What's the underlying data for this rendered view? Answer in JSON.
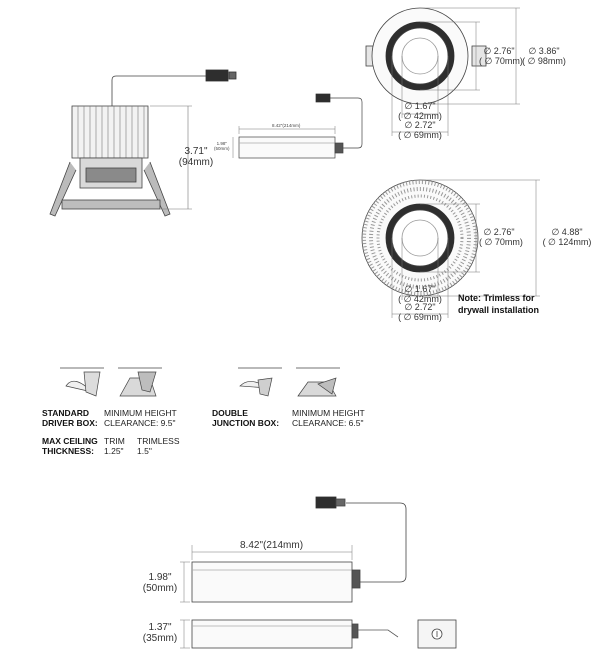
{
  "colors": {
    "line": "#444444",
    "dim_line": "#777777",
    "fill_dark": "#2e2e2e",
    "fill_mid": "#bdbdbd",
    "fill_light": "#e6e6e6"
  },
  "side_view": {
    "height": "3.71\"",
    "height_mm": "(94mm)"
  },
  "small_driver": {
    "length": "8.42\"(214mm)",
    "height": "1.98\"",
    "height_mm": "(50mm)"
  },
  "front_trim": {
    "inner_d": "∅ 2.76\"",
    "inner_d_mm": "( ∅ 70mm)",
    "outer_d": "∅ 3.86\"",
    "outer_d_mm": "( ∅ 98mm)",
    "aperture_d": "∅ 1.67\"",
    "aperture_d_mm": "( ∅ 42mm)",
    "bezel_d": "∅ 2.72\"",
    "bezel_d_mm": "( ∅ 69mm)"
  },
  "front_trimless": {
    "inner_d": "∅ 2.76\"",
    "inner_d_mm": "( ∅ 70mm)",
    "outer_d": "∅ 4.88\"",
    "outer_d_mm": "( ∅ 124mm)",
    "aperture_d": "∅ 1.67\"",
    "aperture_d_mm": "( ∅ 42mm)",
    "bezel_d": "∅ 2.72\"",
    "bezel_d_mm": "( ∅ 69mm)",
    "note": "Note: Trimless for drywall installation"
  },
  "install": {
    "standard_label": "STANDARD\nDRIVER BOX:",
    "standard_clearance": "MINIMUM HEIGHT\nCLEARANCE: 9.5\"",
    "double_label": "DOUBLE\nJUNCTION BOX:",
    "double_clearance": "MINIMUM HEIGHT\nCLEARANCE: 6.5\"",
    "ceiling_label": "MAX CEILING\nTHICKNESS:",
    "trim": "TRIM\n1.25\"",
    "trimless": "TRIMLESS\n1.5\""
  },
  "large_driver": {
    "length": "8.42\"(214mm)",
    "height": "1.98\"",
    "height_mm": "(50mm)",
    "depth": "1.37\"",
    "depth_mm": "(35mm)"
  }
}
